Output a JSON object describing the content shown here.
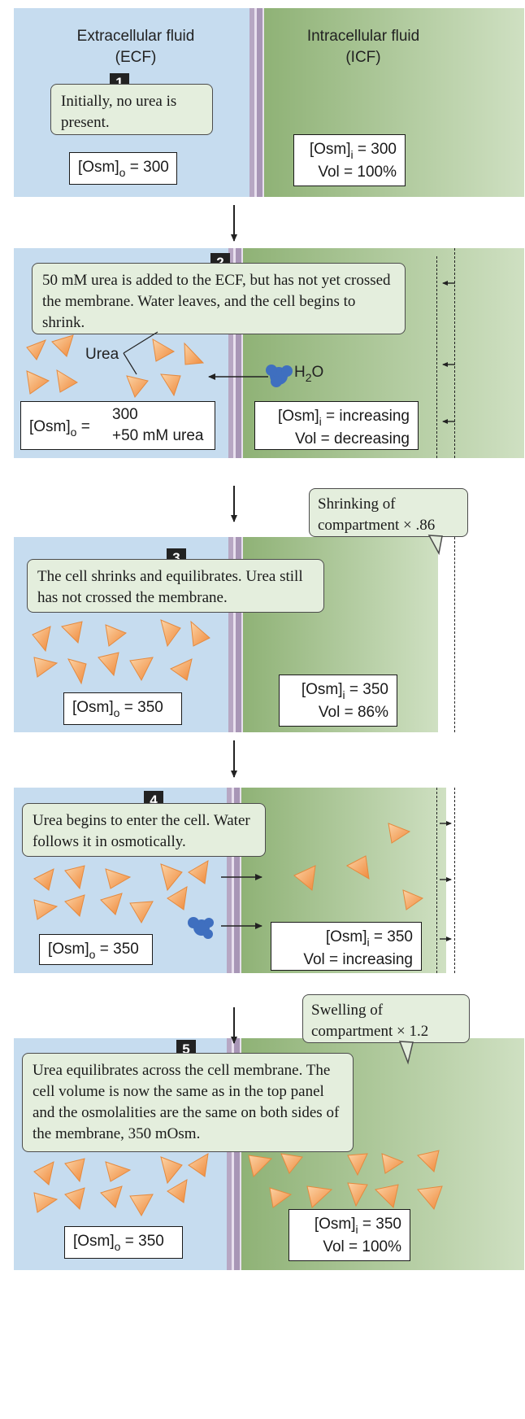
{
  "headers": {
    "ecf": "Extracellular fluid\n(ECF)",
    "icf": "Intracellular fluid\n(ICF)"
  },
  "panel1": {
    "number": "1",
    "note": "Initially, no urea is present.",
    "osm_o": {
      "label": "[Osm]",
      "sub": "o",
      "value": " = 300"
    },
    "osm_i": {
      "label": "[Osm]",
      "sub": "i",
      "value": " = 300",
      "vol": "Vol = 100%"
    }
  },
  "panel2": {
    "number": "2",
    "note": "50 mM urea is added to the ECF, but has not yet crossed the membrane. Water leaves, and the cell begins to shrink.",
    "urea_label": "Urea",
    "water_label": "H",
    "water_sub": "2",
    "water_o": "O",
    "osm_o": {
      "label": "[Osm]",
      "sub": "o",
      "eq": " =",
      "line1": "300",
      "line2": "+50 mM urea"
    },
    "osm_i": {
      "label": "[Osm]",
      "sub": "i",
      "value": " = increasing",
      "vol": "Vol = decreasing"
    }
  },
  "panel3": {
    "number": "3",
    "callout": "Shrinking of compartment × .86",
    "note": "The cell shrinks and equilibrates. Urea still has not crossed the membrane.",
    "osm_o": {
      "label": "[Osm]",
      "sub": "o",
      "value": " = 350"
    },
    "osm_i": {
      "label": "[Osm]",
      "sub": "i",
      "value": " = 350",
      "vol": "Vol = 86%"
    }
  },
  "panel4": {
    "number": "4",
    "note": "Urea begins to enter the cell. Water follows it in osmotically.",
    "osm_o": {
      "label": "[Osm]",
      "sub": "o",
      "value": " = 350"
    },
    "osm_i": {
      "label": "[Osm]",
      "sub": "i",
      "value": " = 350",
      "vol": "Vol = increasing"
    }
  },
  "panel5": {
    "number": "5",
    "callout": "Swelling of compartment × 1.2",
    "note": "Urea equilibrates across the cell membrane. The cell volume is now the same as in the top panel and the osmolalities are the same on both sides of the membrane, 350 mOsm.",
    "osm_o": {
      "label": "[Osm]",
      "sub": "o",
      "value": " = 350"
    },
    "osm_i": {
      "label": "[Osm]",
      "sub": "i",
      "value": " = 350",
      "vol": "Vol = 100%"
    }
  },
  "colors": {
    "ecf": "#c6dcef",
    "icf_dark": "#8fb276",
    "icf_light": "#cfe0c2",
    "urea": "#f4a65c",
    "water": "#3f6fbf",
    "note_bg": "#e4eedd"
  }
}
